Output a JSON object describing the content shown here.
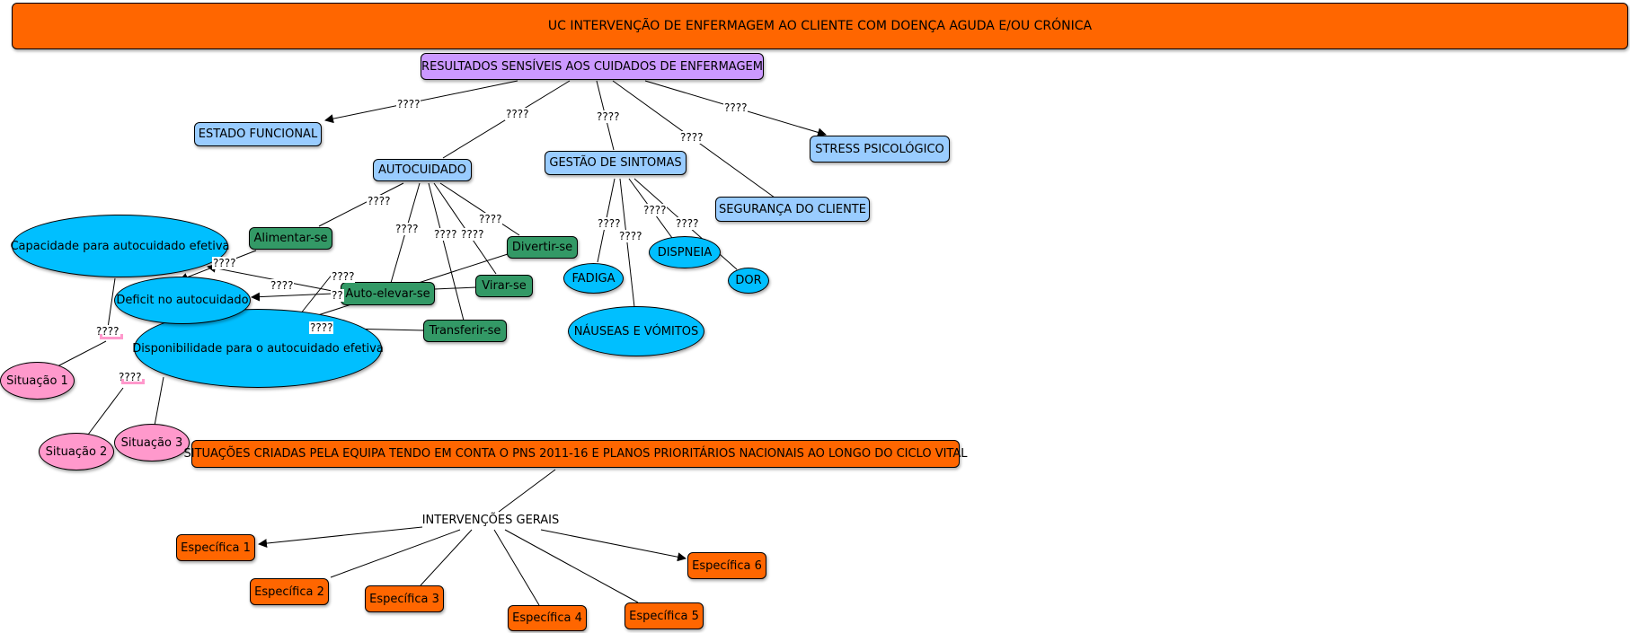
{
  "header": {
    "title": "UC INTERVENÇÃO DE ENFERMAGEM AO CLIENTE COM DOENÇA AGUDA E/OU CRÓNICA"
  },
  "nodes": {
    "resultados": "RESULTADOS SENSÍVEIS AOS CUIDADOS DE ENFERMAGEM",
    "estado_funcional": "ESTADO FUNCIONAL",
    "autocuidado": "AUTOCUIDADO",
    "gestao_sintomas": "GESTÃO DE SINTOMAS",
    "stress": "STRESS PSICOLÓGICO",
    "seguranca": "SEGURANÇA DO CLIENTE",
    "alimentar": "Alimentar-se",
    "divertir": "Divertir-se",
    "virar": "Virar-se",
    "auto_elevar": "Auto-elevar-se",
    "transferir": "Transferir-se",
    "capacidade": "Capacidade para autocuidado efetiva",
    "deficit": "Deficit no autocuidado",
    "disponibilidade": "Disponibilidade para o autocuidado efetiva",
    "fadiga": "FADIGA",
    "dispneia": "DISPNEIA",
    "dor": "DOR",
    "nauseas": "NÁUSEAS E VÓMITOS",
    "situacao1": "Situação 1",
    "situacao2": "Situação 2",
    "situacao3": "Situação 3",
    "situacoes_criadas": "SITUAÇÕES CRIADAS PELA EQUIPA TENDO EM CONTA O PNS 2011-16 E PLANOS PRIORITÁRIOS NACIONAIS AO LONGO DO CICLO VITAL",
    "intervencoes_gerais": "INTERVENÇÕES GERAIS",
    "especifica1": "Específica 1",
    "especifica2": "Específica 2",
    "especifica3": "Específica 3",
    "especifica4": "Específica 4",
    "especifica5": "Específica 5",
    "especifica6": "Específica 6"
  },
  "link_label": "????",
  "link_label_partial": "??",
  "colors": {
    "header": "#ff6600",
    "result": "#cc99ff",
    "category": "#99ccff",
    "diagnosis": "#00bfff",
    "activity": "#339966",
    "situation": "#ff99cc",
    "intervention": "#ff6600"
  }
}
